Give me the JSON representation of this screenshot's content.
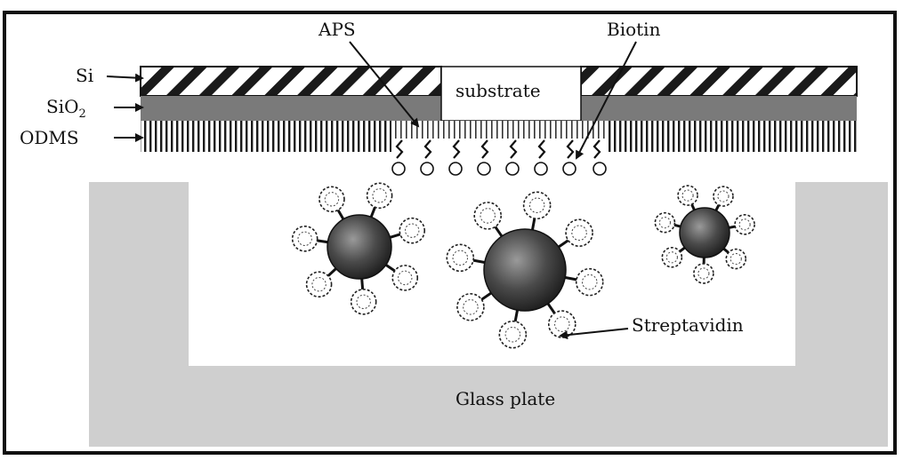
{
  "labels": {
    "si": "Si",
    "sio2_base": "SiO",
    "sio2_sub": "2",
    "odms": "ODMS",
    "aps": "APS",
    "biotin": "Biotin",
    "substrate": "substrate",
    "streptavidin": "Streptavidin",
    "glass_plate": "Glass plate"
  },
  "colors": {
    "frame": "#111111",
    "glass": "#cfcfcf",
    "sio2": "#7a7a7a",
    "hatch": "#1a1a1a",
    "bead": "#3a3a3a"
  }
}
